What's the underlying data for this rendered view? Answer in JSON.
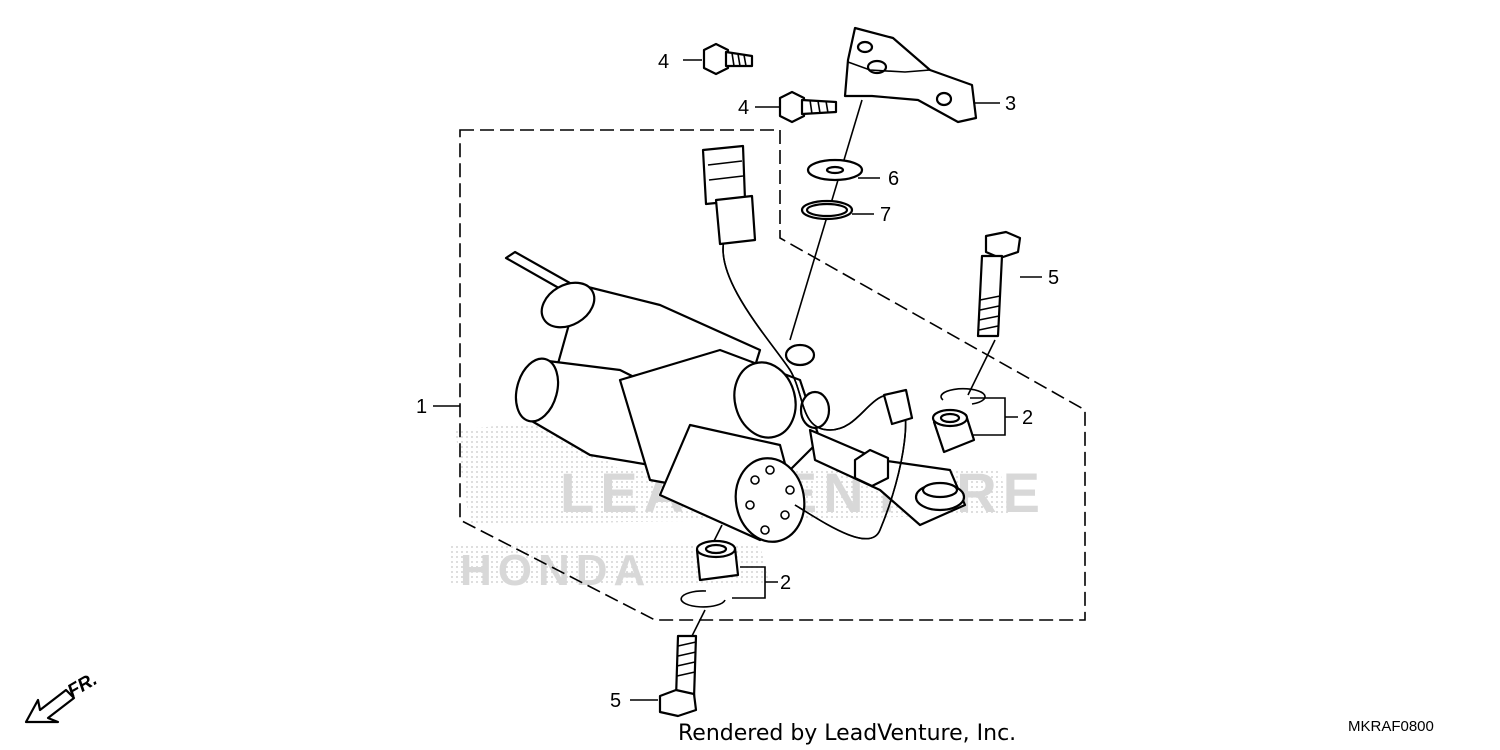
{
  "callouts": {
    "c1": "1",
    "c2a": "2",
    "c2b": "2",
    "c3": "3",
    "c4a": "4",
    "c4b": "4",
    "c5a": "5",
    "c5b": "5",
    "c6": "6",
    "c7": "7"
  },
  "watermark": {
    "text1": "LEADVENTURE",
    "text2": "HONDA"
  },
  "direction_label": "FR.",
  "footer_text": "Rendered by LeadVenture, Inc.",
  "diagram_code": "MKRAF0800"
}
